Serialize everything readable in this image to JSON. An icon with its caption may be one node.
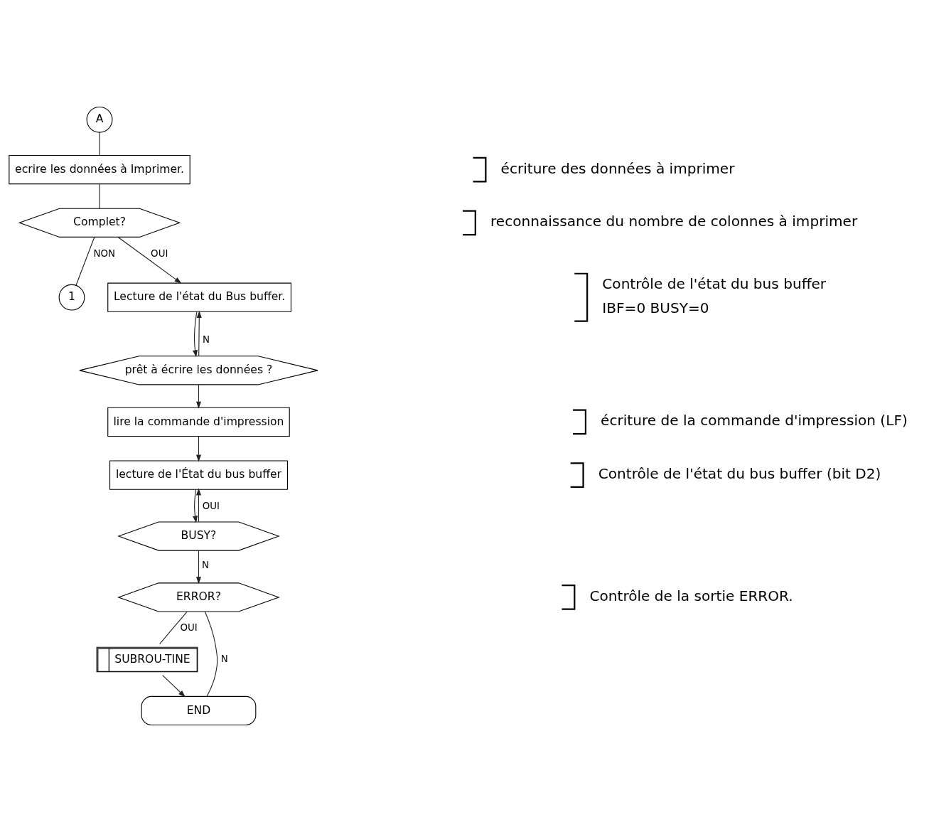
{
  "diagram": {
    "nodes": [
      {
        "text": [
          "A"
        ]
      },
      {
        "text": [
          "ecrire les données à Imprimer."
        ]
      },
      {
        "text": [
          "Complet?"
        ]
      },
      {
        "text": [
          "1"
        ]
      },
      {
        "text": [
          "Lecture de l'état du Bus buffer."
        ]
      },
      {
        "text": [
          "prêt à écrire les données ?"
        ]
      },
      {
        "text": [
          "lire la commande d'impression"
        ]
      },
      {
        "text": [
          "lecture de l'État du bus buffer"
        ]
      },
      {
        "text": [
          "BUSY?"
        ]
      },
      {
        "text": [
          "ERROR?"
        ]
      },
      {
        "text": [
          "SUBROU-TINE"
        ]
      },
      {
        "text": [
          "END"
        ]
      }
    ],
    "edges": [
      {
        "from": 0,
        "to": 1,
        "arrow": "none"
      },
      {
        "from": 1,
        "to": 2,
        "arrow": "none"
      },
      {
        "from": 2,
        "to": 3,
        "label": "NON",
        "arrow": "none"
      },
      {
        "from": 2,
        "to": 4,
        "label": "OUI",
        "arrow": "to"
      },
      {
        "from": 4,
        "to": 5,
        "arrow": "to"
      },
      {
        "from": 5,
        "to": 4,
        "label": "N",
        "arrow": "to"
      },
      {
        "from": 5,
        "to": 6,
        "arrow": "to"
      },
      {
        "from": 6,
        "to": 7,
        "arrow": "to"
      },
      {
        "from": 7,
        "to": 8,
        "arrow": "to"
      },
      {
        "from": 8,
        "to": 7,
        "label": "OUI",
        "arrow": "to"
      },
      {
        "from": 8,
        "to": 9,
        "label": "N",
        "arrow": "to"
      },
      {
        "from": 9,
        "to": 10,
        "label": "OUI",
        "arrow": "none"
      },
      {
        "from": 9,
        "to": 11,
        "label": "N",
        "arrow": "none"
      },
      {
        "from": 10,
        "to": 11,
        "arrow": "to"
      }
    ],
    "labels": [
      "écriture des données à imprimer",
      "reconnaissance du nombre de colonnes à imprimer",
      "Contrôle de l'état du bus buffer",
      "IBF=0 BUSY=0",
      "écriture de la commande d'impression (LF)",
      "Contrôle de l'état du bus buffer (bit D2)",
      "Contrôle de la sortie ERROR."
    ]
  }
}
